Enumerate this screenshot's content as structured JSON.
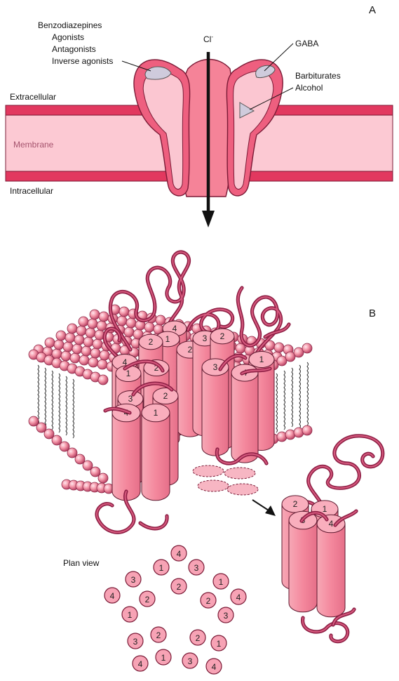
{
  "panels": {
    "a": "A",
    "b": "B"
  },
  "panel_a": {
    "ion": "Cl",
    "ion_charge": "-",
    "labels": {
      "benzodiazepines": "Benzodiazepines",
      "agonists": "Agonists",
      "antagonists": "Antagonists",
      "inverse_agonists": "Inverse agonists",
      "gaba": "GABA",
      "barbiturates": "Barbiturates",
      "alcohol": "Alcohol",
      "extracellular": "Extracellular",
      "membrane": "Membrane",
      "intracellular": "Intracellular"
    }
  },
  "panel_b": {
    "plan_view_label": "Plan view",
    "plan_view_numbers": [
      "4",
      "1",
      "3",
      "2",
      "3",
      "1",
      "4",
      "2",
      "2",
      "4",
      "1",
      "3",
      "3",
      "2",
      "2",
      "1",
      "4",
      "1",
      "3",
      "4"
    ],
    "subunit_numbers": [
      "1",
      "2",
      "3",
      "4"
    ]
  },
  "colors": {
    "pink_light": "#f9c8d2",
    "pink": "#f4889d",
    "pink_mid": "#f59aab",
    "pink_dark": "#e2385f",
    "maroon": "#8e1f45",
    "site_gray": "#cfcbdc"
  }
}
